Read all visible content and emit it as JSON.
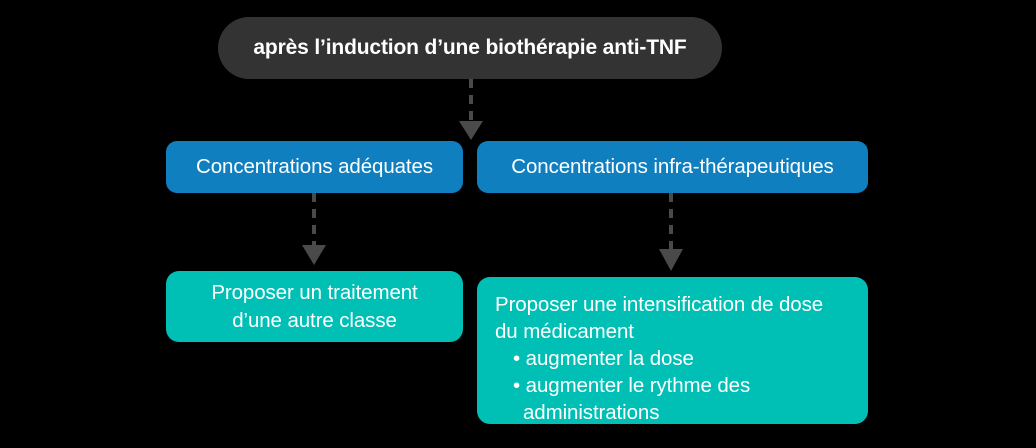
{
  "diagram": {
    "title": "après l’induction d’une biothérapie anti-TNF",
    "colors": {
      "background": "#000000",
      "title_pill": "#333333",
      "condition_box": "#0f7fc0",
      "action_box": "#00c0b6",
      "arrow": "#4a4a4a",
      "text": "#ffffff"
    },
    "branches": {
      "left": {
        "condition": "Concentrations adéquates",
        "action_line_1": "Proposer un traitement",
        "action_line_2": "d’une autre classe"
      },
      "right": {
        "condition": "Concentrations infra-thérapeutiques",
        "action_lead_line_1": "Proposer une intensification de dose",
        "action_lead_line_2": "du médicament",
        "bullets": [
          "• augmenter la dose",
          "• augmenter le rythme des administrations"
        ]
      }
    },
    "arrows": [
      {
        "name": "title-to-branches",
        "style": "dashed",
        "direction": "down"
      },
      {
        "name": "adequate-to-action",
        "style": "dashed",
        "direction": "down"
      },
      {
        "name": "infra-to-action",
        "style": "dashed",
        "direction": "down"
      }
    ]
  }
}
